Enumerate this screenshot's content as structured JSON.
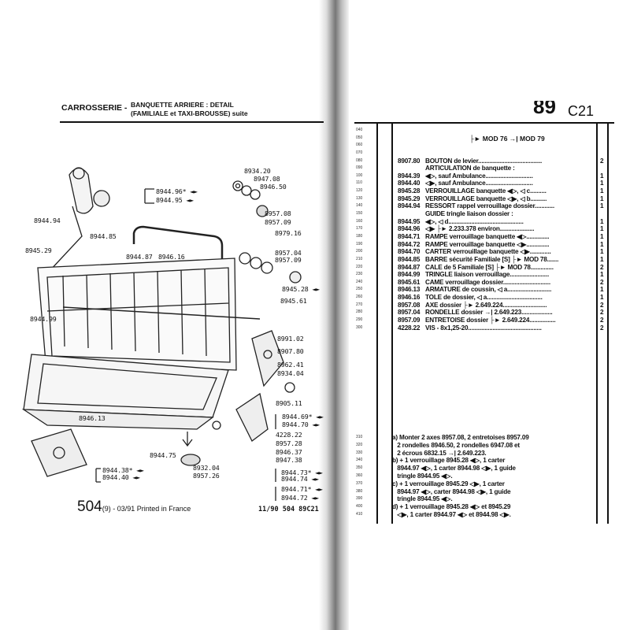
{
  "left_page": {
    "section": "CARROSSERIE -",
    "title_line1": "BANQUETTE ARRIERE : DETAIL",
    "title_line2": "(FAMILIALE et TAXI-BROUSSE) suite",
    "footer_model": "504",
    "footer_print": "(9) - 03/91 Printed in France",
    "footer_ref": "11/90 504 89C21",
    "callouts": [
      "8934.20",
      "8947.08",
      "8946.50",
      "8957.08",
      "8957.09",
      "8944.96* ◄►",
      "8944.95 ◄►",
      "8944.94",
      "8945.29",
      "8944.85",
      "8944.87",
      "8946.16",
      "8979.16",
      "8957.04",
      "8957.09",
      "8944.99",
      "8945.28 ◄►",
      "8945.61",
      "8991.02",
      "8907.80",
      "8962.41",
      "8934.04",
      "8905.11",
      "8946.13",
      "8944.69* ◄►",
      "8944.70 ◄►",
      "4228.22",
      "8957.28",
      "8946.37",
      "8947.38",
      "8944.75",
      "8944.38* ◄►",
      "8944.40 ◄►",
      "8932.04",
      "8957.26",
      "8944.73* ◄►",
      "8944.74 ◄►",
      "8944.71* ◄►",
      "8944.72 ◄►"
    ]
  },
  "right_page": {
    "page_number": "89",
    "group": "C21",
    "mod_header": "├► MOD 76 →| MOD 79",
    "rows": [
      {
        "n": "040",
        "code": "",
        "desc": "",
        "qty": ""
      },
      {
        "n": "050",
        "code": "",
        "desc": "",
        "qty": ""
      },
      {
        "n": "060",
        "code": "",
        "desc": "",
        "qty": ""
      },
      {
        "n": "070",
        "code": "",
        "desc": "",
        "qty": ""
      },
      {
        "n": "080",
        "code": "8907.80",
        "desc": "BOUTON de levier.......................................",
        "qty": "2"
      },
      {
        "n": "090",
        "code": "",
        "desc": "ARTICULATION de banquette :",
        "qty": ""
      },
      {
        "n": "100",
        "code": "8944.39",
        "desc": "◀▷, sauf Ambulance.............................",
        "qty": "1"
      },
      {
        "n": "110",
        "code": "8944.40",
        "desc": "◁▶, sauf Ambulance.............................",
        "qty": "1"
      },
      {
        "n": "120",
        "code": "8945.28",
        "desc": "VERROUILLAGE banquette ◀▷, ◁ c..........",
        "qty": "1"
      },
      {
        "n": "130",
        "code": "8945.29",
        "desc": "VERROUILLAGE banquette ◁▶, ◁ b..........",
        "qty": "1"
      },
      {
        "n": "140",
        "code": "8944.94",
        "desc": "RESSORT rappel verrouillage dossier............",
        "qty": "1"
      },
      {
        "n": "150",
        "code": "",
        "desc": "GUIDE tringle liaison dossier :",
        "qty": ""
      },
      {
        "n": "160",
        "code": "8944.95",
        "desc": "◀▷, ◁ d..............................................",
        "qty": "1"
      },
      {
        "n": "170",
        "code": "8944.96",
        "desc": "◁▶ ├► 2.233.378 environ.....................",
        "qty": "1"
      },
      {
        "n": "180",
        "code": "8944.71",
        "desc": "RAMPE verrouillage banquette ◀▷..............",
        "qty": "1"
      },
      {
        "n": "190",
        "code": "8944.72",
        "desc": "RAMPE verrouillage banquette ◁▶..............",
        "qty": "1"
      },
      {
        "n": "200",
        "code": "8944.70",
        "desc": "CARTER verrouillage banquette ◁▶.............",
        "qty": "1"
      },
      {
        "n": "210",
        "code": "8944.85",
        "desc": "BARRE sécurité Familiale [S] ├► MOD 78.......",
        "qty": "1"
      },
      {
        "n": "220",
        "code": "8944.87",
        "desc": "CALE de 5 Familiale [S] ├► MOD 78..............",
        "qty": "2"
      },
      {
        "n": "230",
        "code": "8944.99",
        "desc": "TRINGLE liaison verrouillage........................",
        "qty": "1"
      },
      {
        "n": "240",
        "code": "8945.61",
        "desc": "CAME verrouillage dossier.............................",
        "qty": "2"
      },
      {
        "n": "250",
        "code": "8946.13",
        "desc": "ARMATURE de coussin, ◁ a...........................",
        "qty": "1"
      },
      {
        "n": "260",
        "code": "8946.16",
        "desc": "TOLE de dossier, ◁ a..................................",
        "qty": "1"
      },
      {
        "n": "270",
        "code": "8957.08",
        "desc": "AXE dossier ├► 2.649.224...........................",
        "qty": "2"
      },
      {
        "n": "280",
        "code": "8957.04",
        "desc": "RONDELLE dossier →| 2.649.223...................",
        "qty": "2"
      },
      {
        "n": "290",
        "code": "8957.09",
        "desc": "ENTRETOISE dossier ├► 2.649.224................",
        "qty": "2"
      },
      {
        "n": "300",
        "code": "4228.22",
        "desc": "VIS - 8x1,25-20.............................................",
        "qty": "2"
      }
    ],
    "notes": [
      {
        "n": "310",
        "text": "a) Monter 2 axes 8957.08, 2 entretoises 8957.09"
      },
      {
        "n": "320",
        "text": "   2 rondelles 8946.50, 2 rondelles 6947.08 et"
      },
      {
        "n": "330",
        "text": "   2 écrous 6832.15 →| 2.649.223."
      },
      {
        "n": "340",
        "text": "b) + 1 verrouillage 8945.28 ◀▷, 1 carter"
      },
      {
        "n": "350",
        "text": "   8944.97 ◀▷, 1 carter 8944.98 ◁▶, 1 guide"
      },
      {
        "n": "360",
        "text": "   tringle 8944.95 ◀▷."
      },
      {
        "n": "370",
        "text": "c) + 1 verrouillage 8945.29 ◁▶, 1 carter"
      },
      {
        "n": "380",
        "text": "   8944.97 ◀▷, carter 8944.98 ◁▶, 1 guide"
      },
      {
        "n": "390",
        "text": "   tringle 8944.95 ◀▷."
      },
      {
        "n": "400",
        "text": "d) + 1 verrouillage 8945.28 ◀▷ et 8945.29"
      },
      {
        "n": "410",
        "text": "   ◁▶, 1 carter 8944.97 ◀▷ et 8944.98 ◁▶."
      }
    ]
  }
}
